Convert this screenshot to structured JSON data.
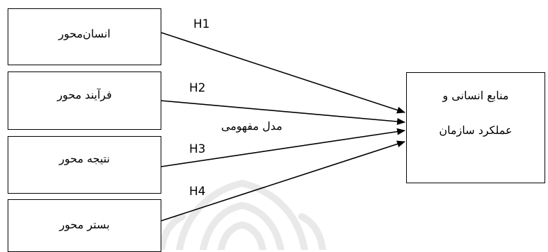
{
  "inputs": [
    {
      "label": "انسان‌محور"
    },
    {
      "label": "فرآیند محور"
    },
    {
      "label": "نتیجه محور"
    },
    {
      "label": "بستر محور"
    }
  ],
  "hypotheses": [
    "H1",
    "H2",
    "H3",
    "H4"
  ],
  "output": {
    "line1": "منابع انسانی و",
    "line2": "عملکرد سازمان"
  },
  "caption": "مدل مفهومی",
  "colors": {
    "line": "#000000",
    "box_border": "#000000",
    "watermark": "#e9e9e9"
  }
}
